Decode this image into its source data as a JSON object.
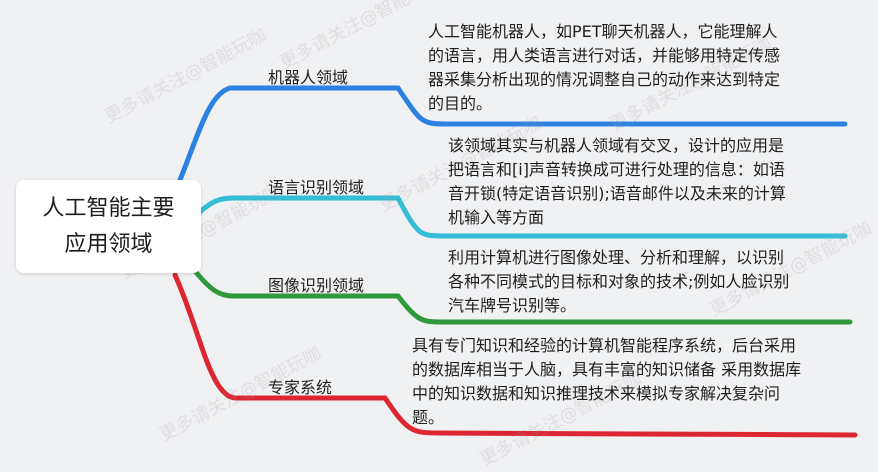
{
  "root": {
    "line1": "人工智能主要",
    "line2": "应用领域"
  },
  "branches": [
    {
      "label": "机器人领域",
      "color": "#2b82e0",
      "lines": [
        "人工智能机器人，如PET聊天机器人，它能理解人",
        "的语言，用人类语言进行对话，并能够用特定传感",
        "器采集分析出现的情况调整自己的动作来达到特定",
        "的目的。"
      ]
    },
    {
      "label": "语言识别领域",
      "color": "#35bcd6",
      "lines": [
        "该领域其实与机器人领域有交叉，设计的应用是",
        "把语言和[i]声音转换成可进行处理的信息：如语",
        "音开锁(特定语音识别);语音邮件以及未来的计算",
        "机输入等方面"
      ]
    },
    {
      "label": "图像识别领域",
      "color": "#2f9a3a",
      "lines": [
        "利用计算机进行图像处理、分析和理解，以识别",
        "各种不同模式的目标和对象的技术;例如人脸识别",
        "汽车牌号识别等。"
      ]
    },
    {
      "label": "专家系统",
      "color": "#dc2631",
      "lines": [
        "具有专门知识和经验的计算机智能程序系统，后台采用",
        "的数据库相当于人脑，具有丰富的知识储备 采用数据库",
        "中的知识数据和知识推理技术来模拟专家解决复杂问",
        "题。"
      ]
    }
  ],
  "watermark": "更多请关注@智能玩咖"
}
